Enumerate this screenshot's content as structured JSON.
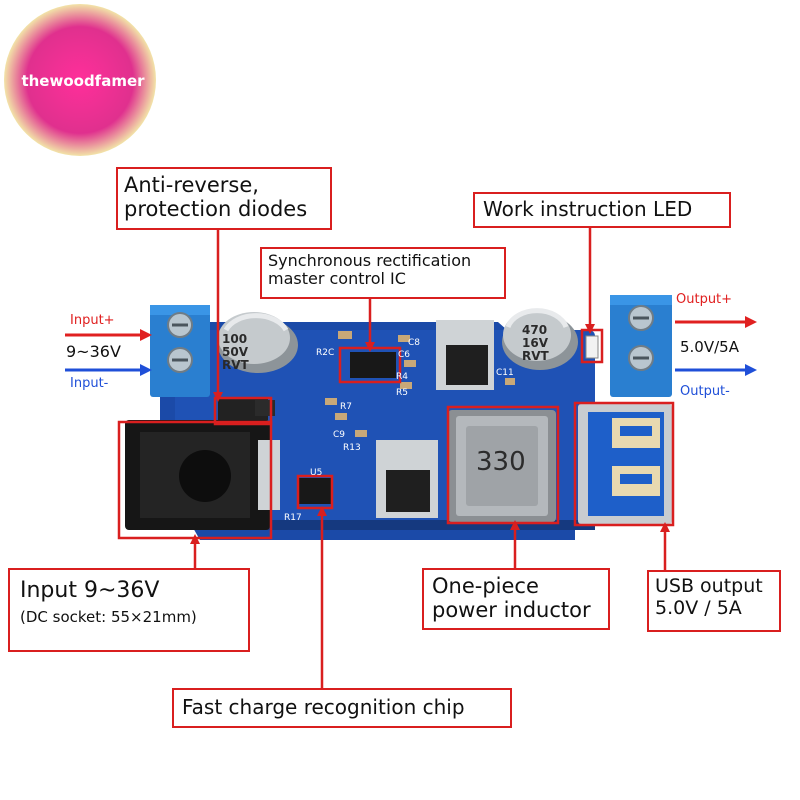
{
  "logo": {
    "text": "thewoodfamer"
  },
  "callouts": {
    "anti_reverse": {
      "line1": "Anti-reverse,",
      "line2": "protection diodes"
    },
    "work_led": {
      "line1": "Work instruction LED"
    },
    "sync_rect": {
      "line1": "Synchronous rectification",
      "line2": "master control IC"
    },
    "input_dc": {
      "line1": "Input 9~36V",
      "line2": "(DC socket: 55×21mm)"
    },
    "inductor": {
      "line1": "One-piece",
      "line2": "power inductor"
    },
    "usb_out": {
      "line1": "USB output",
      "line2": "5.0V / 5A"
    },
    "fast_charge": {
      "line1": "Fast charge recognition chip"
    }
  },
  "side_labels": {
    "input_plus": "Input+",
    "input_range": "9~36V",
    "input_minus": "Input-",
    "output_plus": "Output+",
    "output_value": "5.0V/5A",
    "output_minus": "Output-"
  },
  "components": {
    "cap_left": {
      "line1": "100",
      "line2": "50V",
      "line3": "RVT"
    },
    "cap_right": {
      "line1": "470",
      "line2": "16V",
      "line3": "RVT"
    },
    "inductor_code": "330",
    "silk": {
      "r2c": "R2C",
      "c6": "C6",
      "c8": "C8",
      "r4": "R4",
      "r5": "R5",
      "r7": "R7",
      "c9": "C9",
      "r13": "R13",
      "c11": "C11",
      "u5": "U5",
      "r17": "R17"
    }
  },
  "colors": {
    "callout_border": "#d91f1f",
    "arrow_red": "#e02020",
    "arrow_blue": "#1f4fd8",
    "pcb_blue": "#1f52b5",
    "terminal_blue": "#2a7fd0",
    "logo_magenta": "#e0308e"
  },
  "icons": {
    "terminal": "screw-terminal-icon",
    "capacitor": "electrolytic-capacitor-icon",
    "usb": "usb-port-icon",
    "dc_jack": "dc-jack-icon"
  }
}
